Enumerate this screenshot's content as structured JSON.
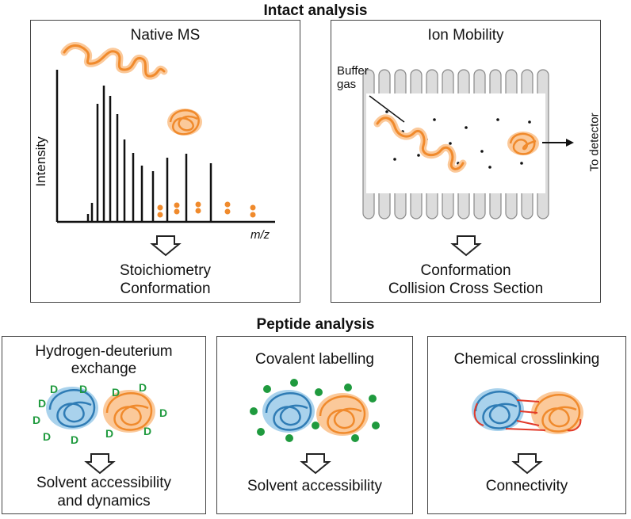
{
  "intact": {
    "title": "Intact analysis",
    "native_ms": {
      "title": "Native MS",
      "ylabel": "Intensity",
      "xlabel": "m/z",
      "result_line1": "Stoichiometry",
      "result_line2": "Conformation"
    },
    "ion_mobility": {
      "title": "Ion Mobility",
      "buffer_label_line1": "Buffer",
      "buffer_label_line2": "gas",
      "detector_label": "To detector",
      "result_line1": "Conformation",
      "result_line2": "Collision Cross Section"
    }
  },
  "peptide": {
    "title": "Peptide analysis",
    "hdx": {
      "title_line1": "Hydrogen-deuterium",
      "title_line2": "exchange",
      "label_char": "D",
      "result_line1": "Solvent accessibility",
      "result_line2": "and dynamics"
    },
    "covalent": {
      "title": "Covalent labelling",
      "result": "Solvent accessibility"
    },
    "crosslink": {
      "title": "Chemical crosslinking",
      "result": "Connectivity"
    }
  },
  "colors": {
    "orange": "#f08a2c",
    "orange_glow": "#fbc99a",
    "blue": "#2f7cb5",
    "blue_glow": "#a9d2ec",
    "green": "#1f9a3e",
    "red": "#e23a2a",
    "ring": "#c8c8c8"
  }
}
